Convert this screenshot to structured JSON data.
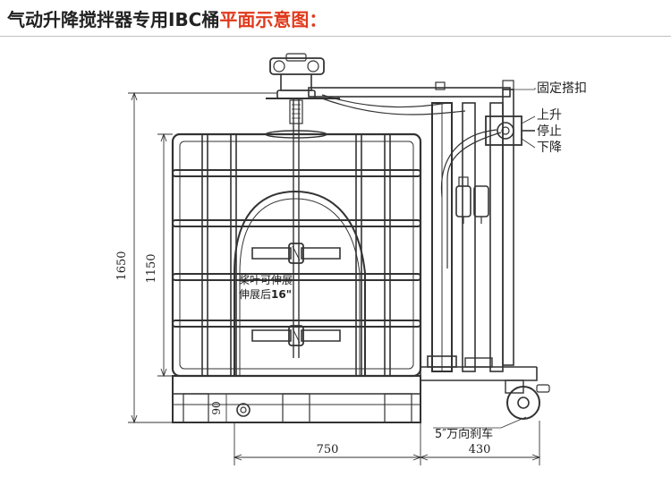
{
  "title": {
    "main": "气动升降搅拌器专用IBC桶",
    "highlight": "平面示意图："
  },
  "dimensions": {
    "total_height": "1650",
    "tank_height": "1150",
    "base_height": "90",
    "tank_width": "750",
    "frame_width": "430"
  },
  "callouts": {
    "fixed_clamp": "固定搭扣",
    "up": "上升",
    "stop": "停止",
    "down": "下降",
    "caster": "5″万向刹车"
  },
  "impeller_note": {
    "line1": "桨叶可伸展",
    "line2": "伸展后",
    "size": "16\""
  },
  "colors": {
    "title_text": "#222222",
    "title_highlight": "#e03a1c",
    "line": "#333333"
  }
}
